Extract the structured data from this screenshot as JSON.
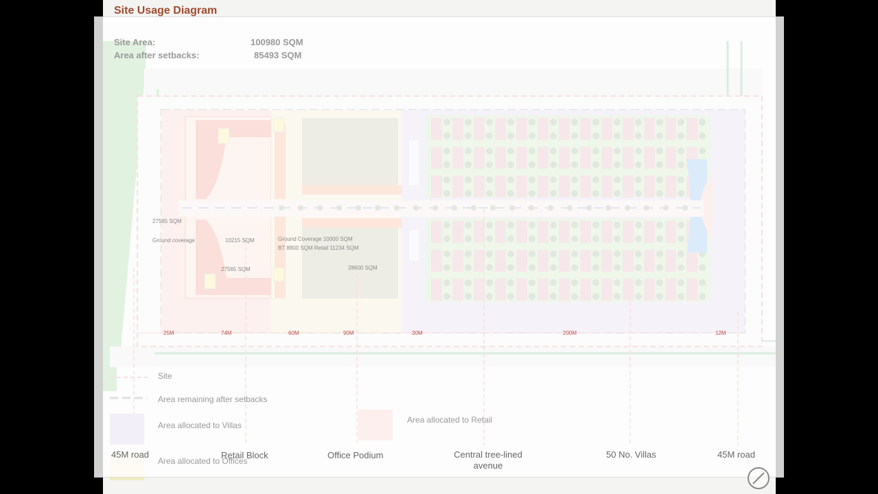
{
  "title": "Site Usage Diagram",
  "site_info": {
    "site_area_label": "Site Area:",
    "site_area_value": "100980 SQM",
    "after_setbacks_label": "Area after setbacks:",
    "after_setbacks_value": "85493 SQM"
  },
  "plan_text": {
    "retail_area": "27565 SQM",
    "retail_coverage": "Ground coverage",
    "retail_cov_value": "10215 SQM",
    "retail_area2": "27565 SQM",
    "office_line1": "Ground Coverage 10000 SQM",
    "office_line2": "BT 8800 SQM   Retail 11234 SQM",
    "office_area": "28600 SQM"
  },
  "dimensions": [
    "25M",
    "74M",
    "60M",
    "90M",
    "30M",
    "200M",
    "12M"
  ],
  "legend": {
    "site": "Site",
    "remaining": "Area remaining after setbacks",
    "villas": "Area allocated to Villas",
    "retail": "Area allocated to Retail",
    "offices": "Area allocated to Offices"
  },
  "callouts": {
    "road_left": "45M road",
    "retail_block": "Retail Block",
    "office_podium": "Office Podium",
    "central_avenue": "Central tree-lined avenue",
    "villas": "50 No. Villas",
    "road_right": "45M road"
  },
  "colors": {
    "villa_zone": "#b9a7d6",
    "retail_zone": "#f0a8a0",
    "office_zone": "#e9dca0",
    "green_strip": "#4caf50",
    "site_line": "#d9534f"
  },
  "icons": {
    "corner": "compass-icon"
  }
}
